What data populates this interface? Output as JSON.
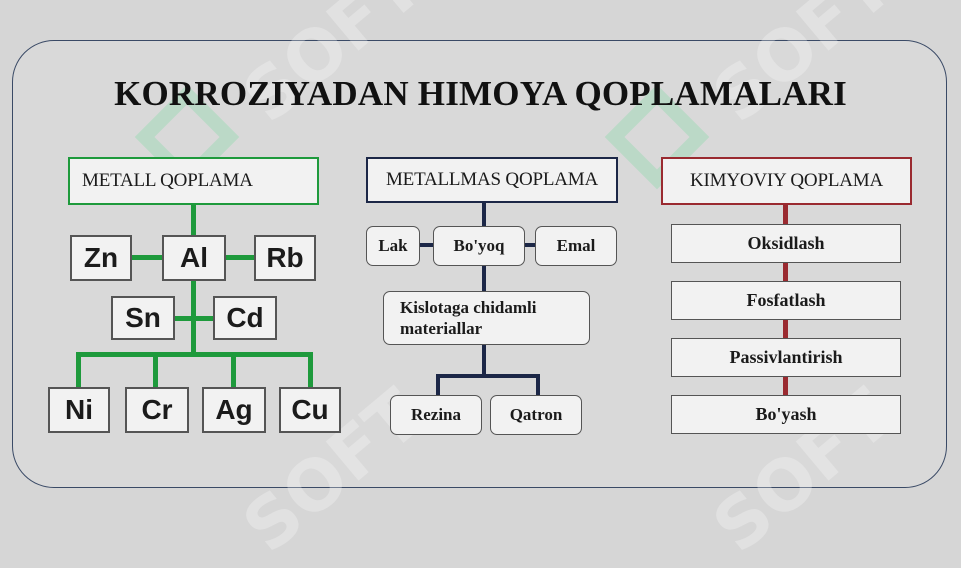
{
  "title": "KORROZIYADAN HIMOYA QOPLAMALARI",
  "colors": {
    "metal": "#1e9a3c",
    "nonmetal": "#1c2747",
    "chemical": "#9a2a30"
  },
  "metal": {
    "header": "METALL QOPLAMA",
    "row1": [
      "Zn",
      "Al",
      "Rb"
    ],
    "row2": [
      "Sn",
      "Cd"
    ],
    "row3": [
      "Ni",
      "Cr",
      "Ag",
      "Cu"
    ]
  },
  "nonmetal": {
    "header": "METALLMAS QOPLAMA",
    "row1": [
      "Lak",
      "Bo'yoq",
      "Emal"
    ],
    "middle": "Kislotaga chidamli materiallar",
    "bottom": [
      "Rezina",
      "Qatron"
    ]
  },
  "chemical": {
    "header": "KIMYOVIY QOPLAMA",
    "items": [
      "Oksidlash",
      "Fosfatlash",
      "Passivlantirish",
      "Bo'yash"
    ]
  },
  "watermark": "SOFT"
}
